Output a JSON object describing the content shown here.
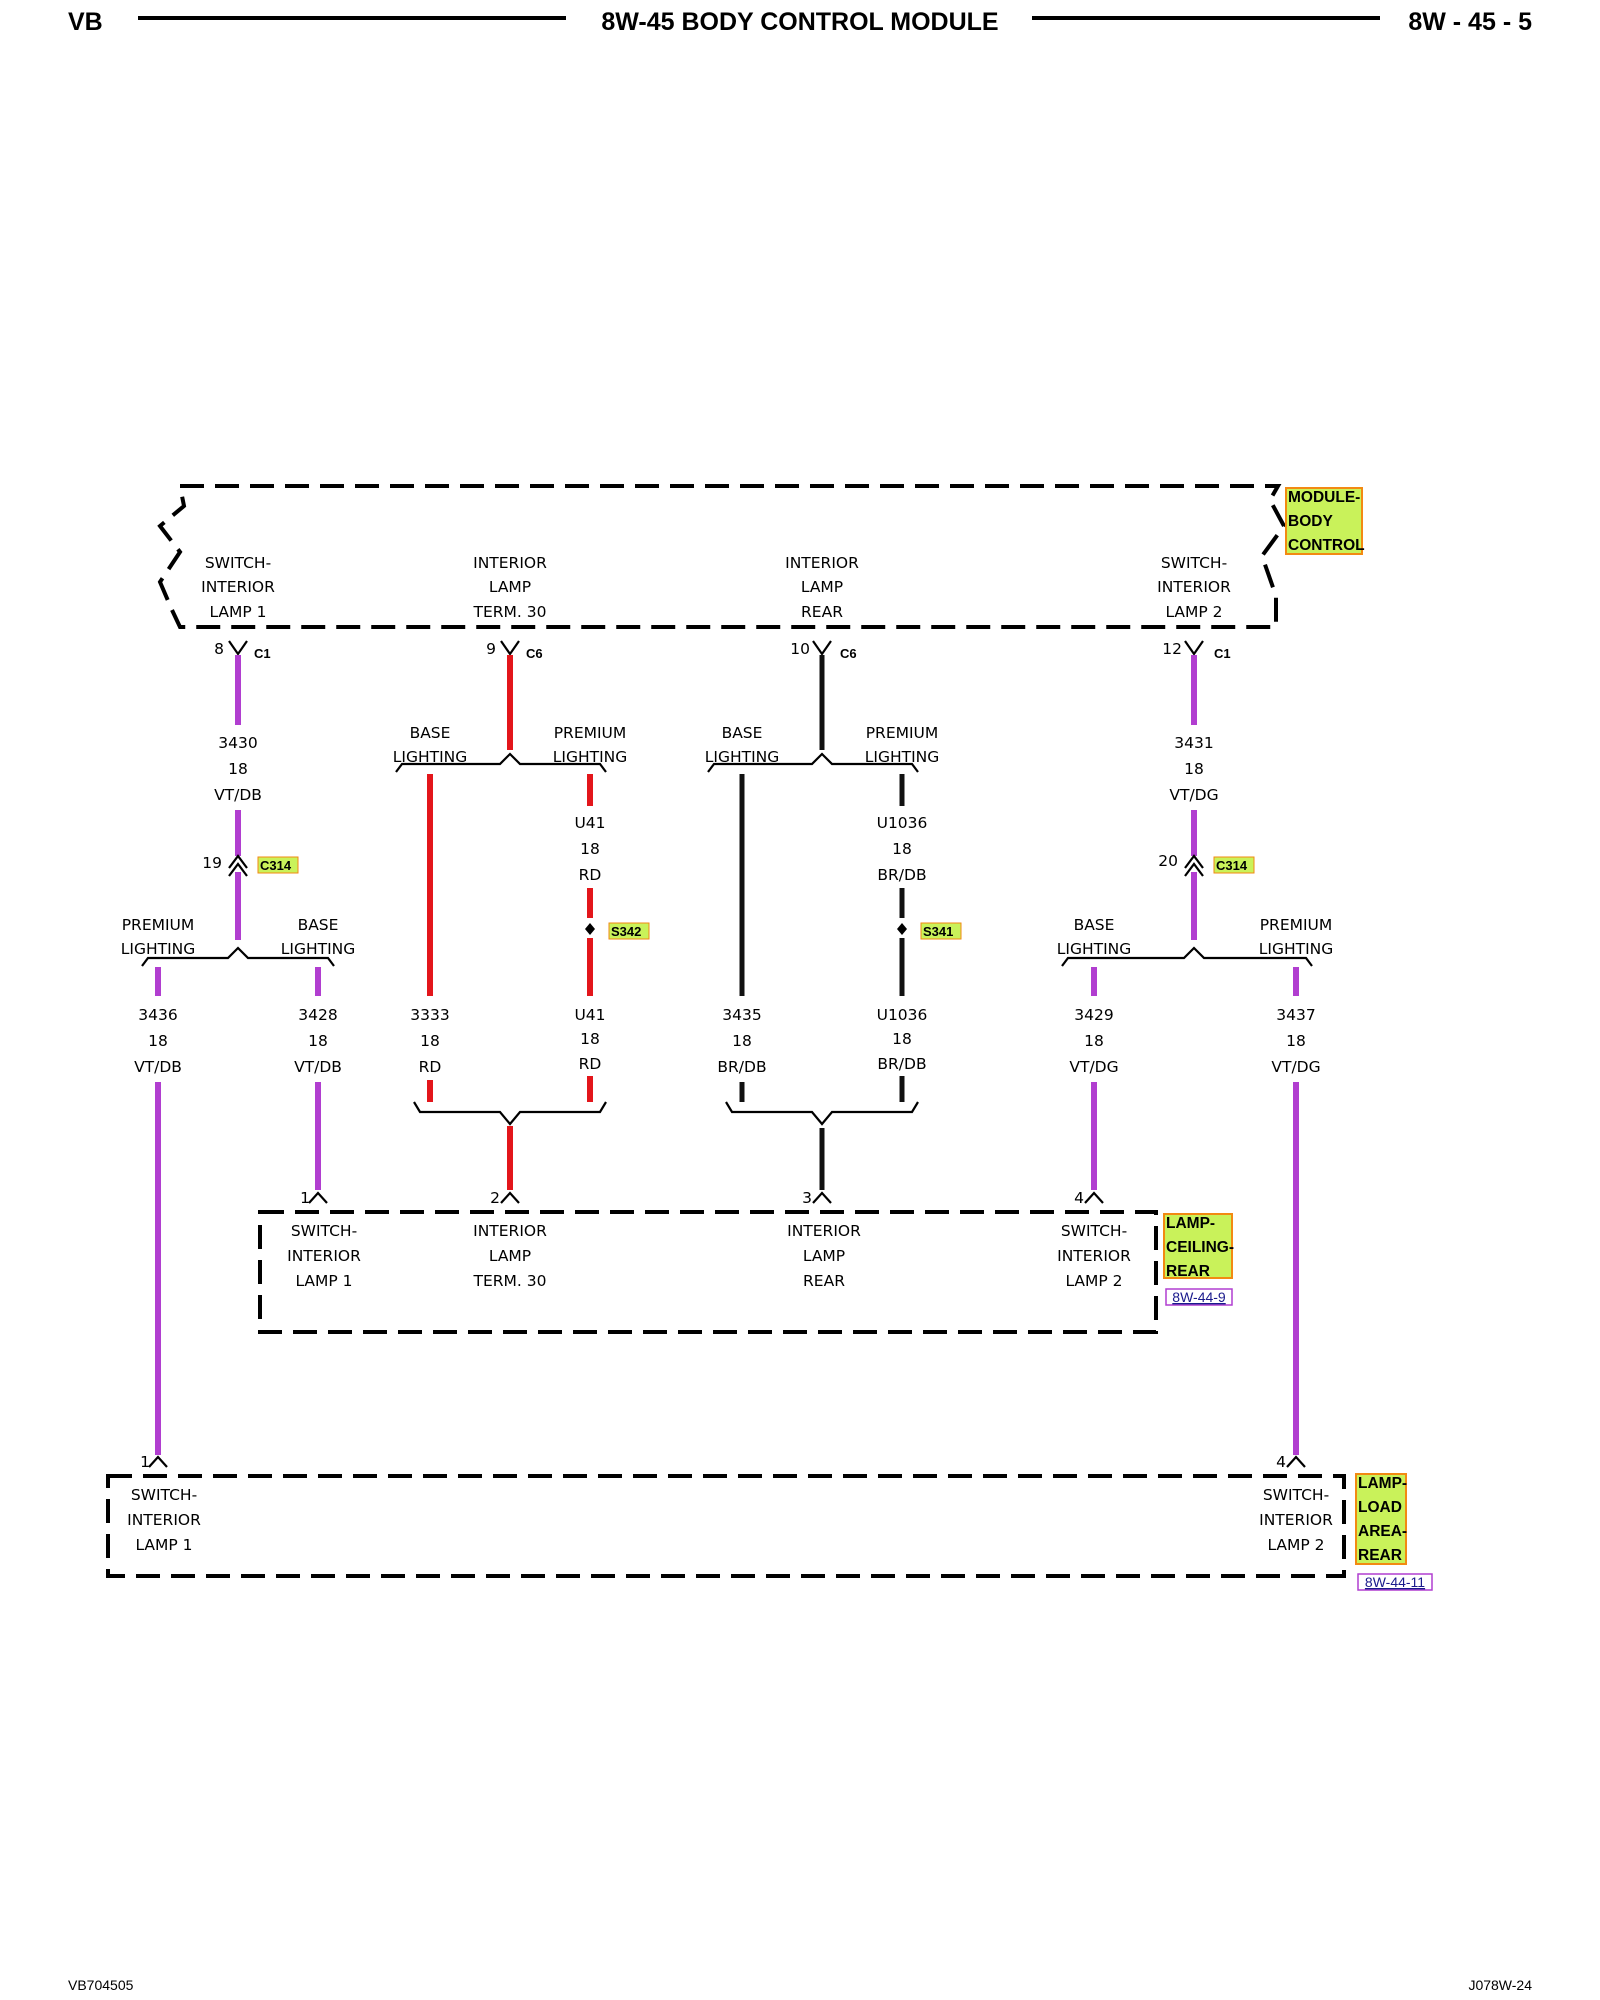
{
  "header": {
    "left": "VB",
    "title": "8W-45 BODY CONTROL MODULE",
    "page": "8W - 45 - 5"
  },
  "footer": {
    "left": "VB704505",
    "right": "J078W-24"
  },
  "colors": {
    "violet": "#b13ed0",
    "red": "#e3161b",
    "black": "#111111",
    "tag_fill": "#c9f25a",
    "tag_border": "#f28a12",
    "ref_text": "#1a1a8c"
  },
  "modules": {
    "bcm": {
      "tag": [
        "MODULE-",
        "BODY",
        "CONTROL"
      ],
      "pins": [
        {
          "label": [
            "SWITCH-",
            "INTERIOR",
            "LAMP 1"
          ],
          "pin": "8",
          "connector": "C1"
        },
        {
          "label": [
            "INTERIOR",
            "LAMP",
            "TERM. 30"
          ],
          "pin": "9",
          "connector": "C6"
        },
        {
          "label": [
            "INTERIOR",
            "LAMP",
            "REAR"
          ],
          "pin": "10",
          "connector": "C6"
        },
        {
          "label": [
            "SWITCH-",
            "INTERIOR",
            "LAMP 2"
          ],
          "pin": "12",
          "connector": "C1"
        }
      ]
    },
    "ceiling": {
      "tag": [
        "LAMP-",
        "CEILING-",
        "REAR"
      ],
      "ref": "8W-44-9",
      "pins": [
        {
          "label": [
            "SWITCH-",
            "INTERIOR",
            "LAMP 1"
          ],
          "pin": "1"
        },
        {
          "label": [
            "INTERIOR",
            "LAMP",
            "TERM. 30"
          ],
          "pin": "2"
        },
        {
          "label": [
            "INTERIOR",
            "LAMP",
            "REAR"
          ],
          "pin": "3"
        },
        {
          "label": [
            "SWITCH-",
            "INTERIOR",
            "LAMP 2"
          ],
          "pin": "4"
        }
      ]
    },
    "load": {
      "tag": [
        "LAMP-",
        "LOAD",
        "AREA-",
        "REAR"
      ],
      "ref": "8W-44-11",
      "pins": [
        {
          "label": [
            "SWITCH-",
            "INTERIOR",
            "LAMP 1"
          ],
          "pin": "1"
        },
        {
          "label": [
            "SWITCH-",
            "INTERIOR",
            "LAMP 2"
          ],
          "pin": "4"
        }
      ]
    }
  },
  "options": {
    "premium": [
      "PREMIUM",
      "LIGHTING"
    ],
    "base": [
      "BASE",
      "LIGHTING"
    ]
  },
  "inline_connectors": [
    {
      "name": "C314",
      "pin": "19"
    },
    {
      "name": "C314",
      "pin": "20"
    }
  ],
  "splices": [
    "S342",
    "S341"
  ],
  "wires": {
    "w3430": [
      "3430",
      "18",
      "VT/DB"
    ],
    "w3431": [
      "3431",
      "18",
      "VT/DG"
    ],
    "u41_upper": [
      "U41",
      "18",
      "RD"
    ],
    "u1036_upper": [
      "U1036",
      "18",
      "BR/DB"
    ],
    "w3436": [
      "3436",
      "18",
      "VT/DB"
    ],
    "w3428": [
      "3428",
      "18",
      "VT/DB"
    ],
    "w3333": [
      "3333",
      "18",
      "RD"
    ],
    "u41_lower": [
      "U41",
      "18",
      "RD"
    ],
    "w3435": [
      "3435",
      "18",
      "BR/DB"
    ],
    "u1036_lower": [
      "U1036",
      "18",
      "BR/DB"
    ],
    "w3429": [
      "3429",
      "18",
      "VT/DG"
    ],
    "w3437": [
      "3437",
      "18",
      "VT/DG"
    ]
  }
}
